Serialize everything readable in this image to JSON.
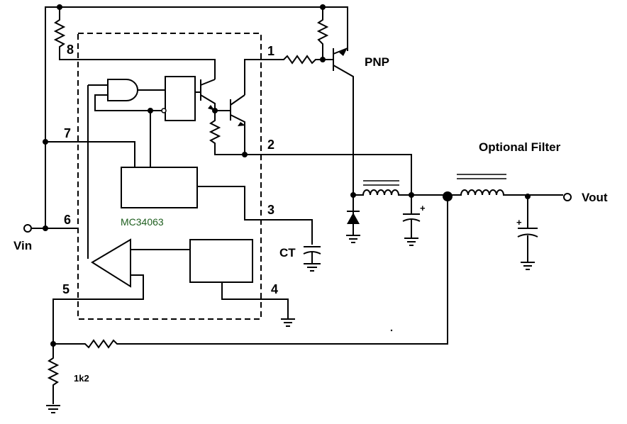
{
  "chip": {
    "name": "MC34063"
  },
  "pins": {
    "p1": "1",
    "p2": "2",
    "p3": "3",
    "p4": "4",
    "p5": "5",
    "p6": "6",
    "p7": "7",
    "p8": "8"
  },
  "labels": {
    "vin": "Vin",
    "vout": "Vout",
    "pnp": "PNP",
    "ct": "CT",
    "optional_filter": "Optional Filter",
    "resistor_1k2": "1k2"
  },
  "colors": {
    "wire": "#000000",
    "chip_label": "#1e5e1e",
    "background": "#ffffff"
  }
}
